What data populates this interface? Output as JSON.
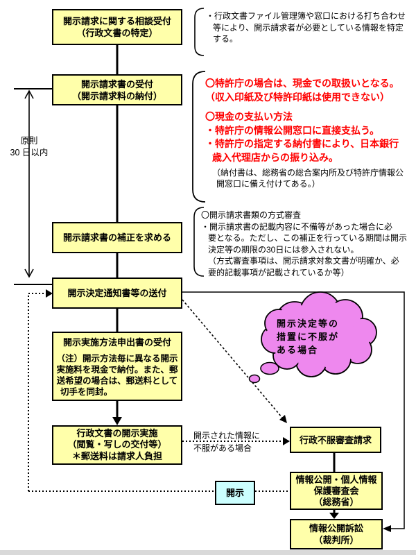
{
  "colors": {
    "box_fill": "#ffffaa",
    "disclosure_fill": "#ccffff",
    "cloud_fill": "#ee88ee",
    "red_text": "#ff0000"
  },
  "boxes": {
    "consultation": {
      "lines": [
        "開示請求に関する相談受付",
        "（行政文書の特定）"
      ]
    },
    "request_reception": {
      "lines": [
        "開示請求書の受付",
        "（開示請求料の納付）"
      ]
    },
    "amendment": {
      "lines": [
        "開示請求書の補正を求める"
      ]
    },
    "decision_notice": {
      "lines": [
        "開示決定通知書等の送付"
      ]
    },
    "method_notification": {
      "title": "開示実施方法申出書の受付",
      "note_lines": [
        "（注）開示方法毎に異なる開示",
        "実施料を現金で納付。また、郵",
        "送希望の場合は、郵送料として",
        "切手を同封。"
      ]
    },
    "implementation": {
      "lines": [
        "行政文書の開示実施",
        "（閲覧・写しの交付等）",
        "＊郵送料は請求人負担"
      ]
    },
    "appeal": {
      "lines": [
        "行政不服審査請求"
      ]
    },
    "review_board": {
      "lines": [
        "情報公開・個人情報",
        "保護審査会",
        "（総務省）"
      ]
    },
    "lawsuit": {
      "lines": [
        "情報公開訴訟",
        "（裁判所）"
      ]
    },
    "disclosure": {
      "lines": [
        "開示"
      ]
    }
  },
  "labels": {
    "principle": {
      "lines": [
        "原則",
        "30 日以内"
      ]
    },
    "dissatisfied": {
      "lines": [
        "開示された情報に",
        "不服がある場合"
      ]
    },
    "cloud": {
      "lines": [
        "開示決定等の",
        "措置に不服が",
        "ある場合"
      ]
    }
  },
  "notes": {
    "note1": {
      "lines": [
        "・行政文書ファイル管理簿や窓口における打ち合わせ",
        "等により、開示請求者が必要としている情報を特定",
        "する。"
      ]
    },
    "note2": {
      "red_lines_a": [
        "〇特許庁の場合は、現金での取扱いとなる。",
        "（収入印紙及び特許印紙は使用できない）"
      ],
      "red_lines_b": [
        "〇現金の支払い方法",
        "・特許庁の情報公開窓口に直接支払う。",
        "・特許庁の指定する納付書により、日本銀行",
        "歳入代理店からの振り込み。"
      ],
      "black_lines": [
        "（納付書は、総務省の総合案内所及び特許庁情報公",
        "開窓口に備え付けてある。）"
      ]
    },
    "note3": {
      "lines": [
        "〇開示請求書類の方式審査",
        "・開示請求書の記載内容に不備等があった場合に必",
        "要となる。ただし、この補正を行っている期間は開示",
        "決定等の期限の30日には参入されない。",
        "（方式審査事項は、開示請求対象文書が明確か、必",
        "要的記載事項が記載されているか等）"
      ]
    }
  }
}
